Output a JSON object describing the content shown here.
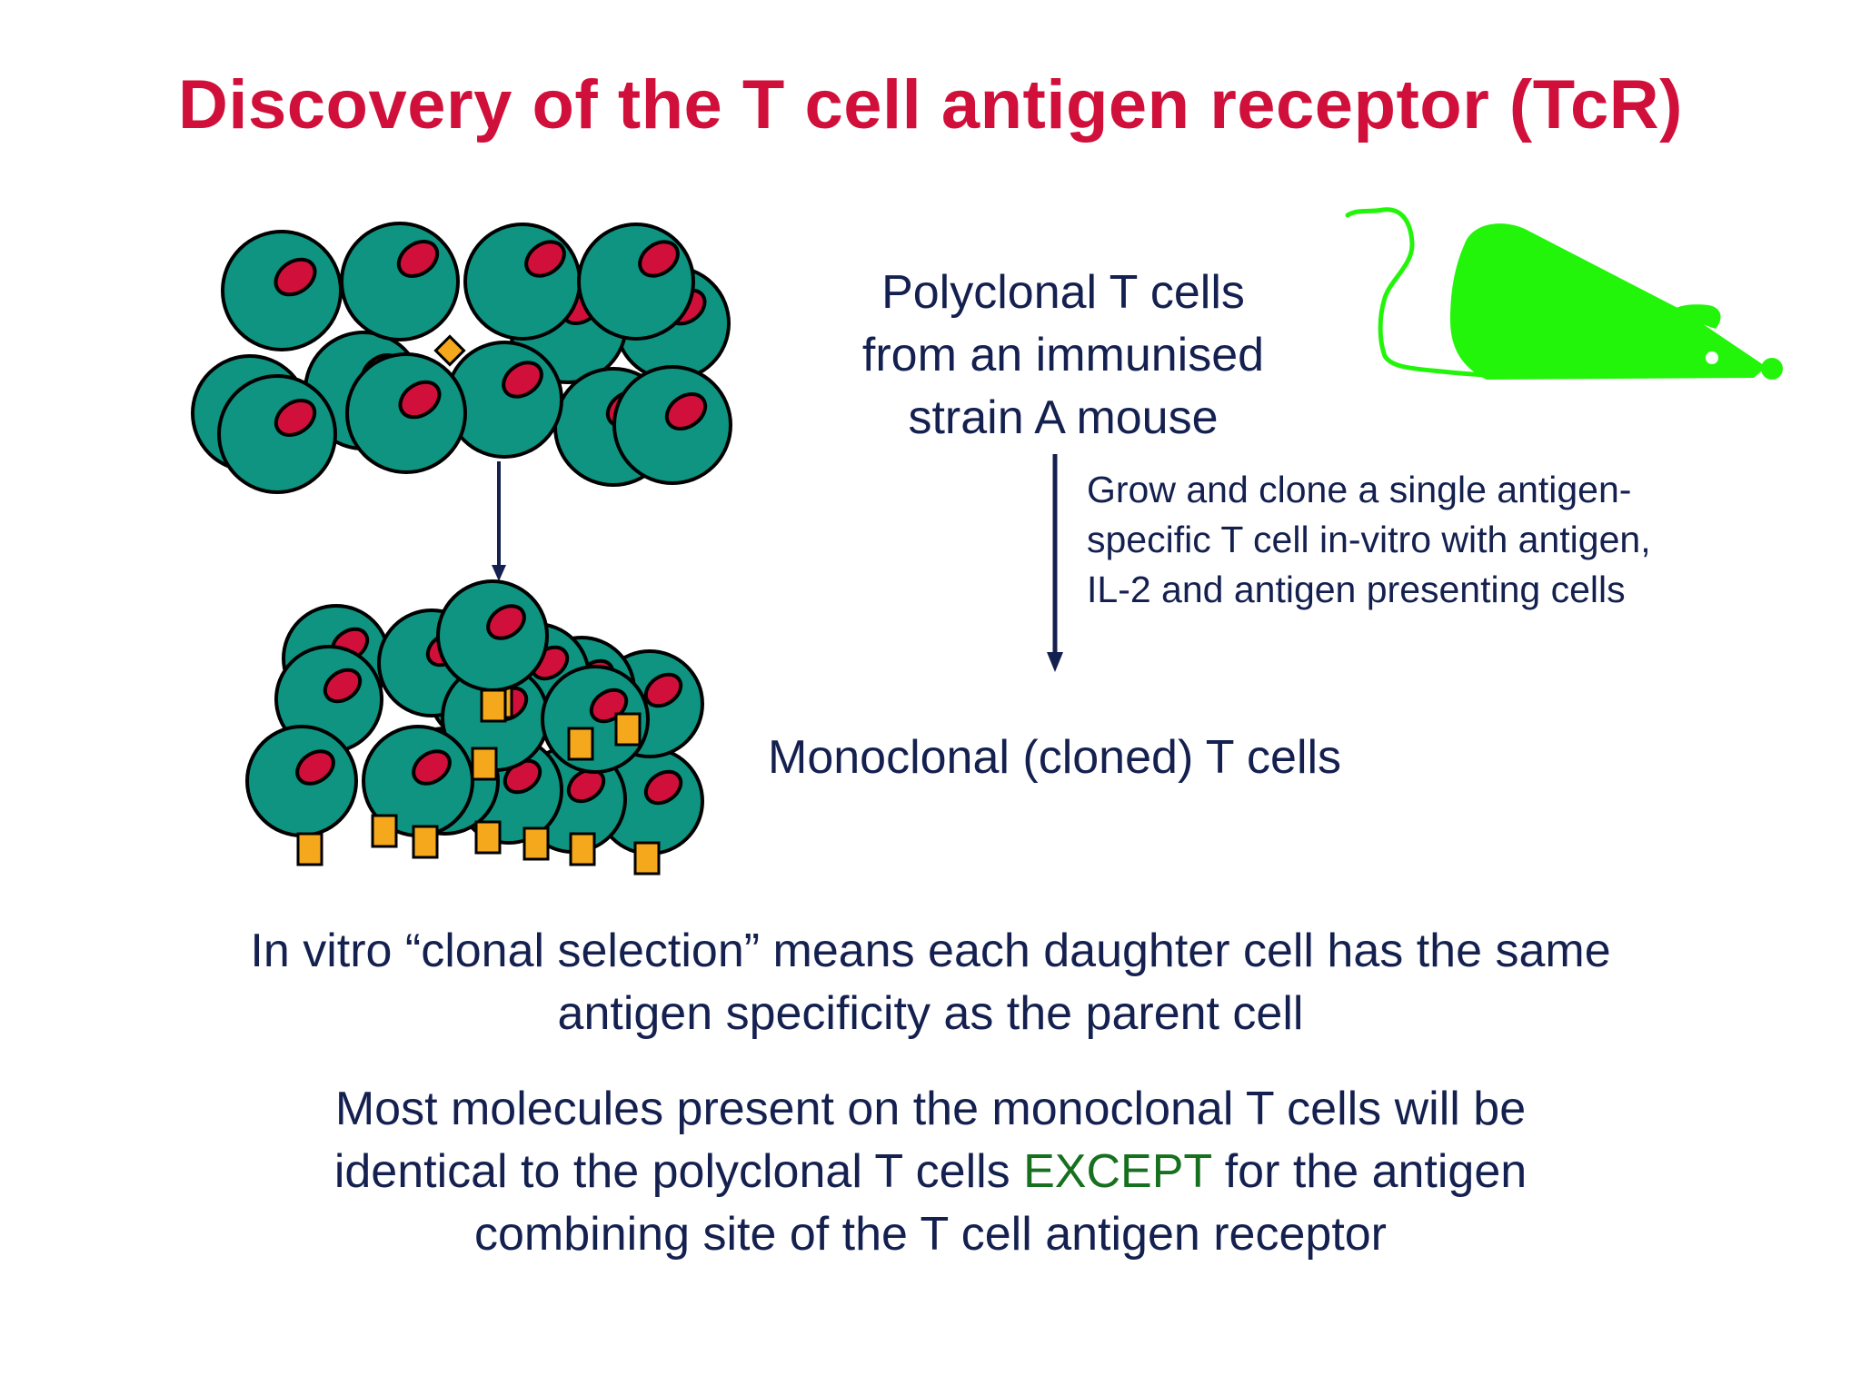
{
  "title": "Discovery of the T cell antigen receptor (TcR)",
  "polyclonal_label": [
    "Polyclonal T cells",
    "from an immunised",
    "strain A mouse"
  ],
  "grow_label": [
    "Grow and clone a single antigen-",
    "specific T cell in-vitro with antigen,",
    "IL-2 and antigen presenting cells"
  ],
  "monoclonal_label": "Monoclonal (cloned) T cells",
  "paragraph1": [
    "In vitro “clonal selection” means each daughter cell has the same",
    "antigen specificity as the parent cell"
  ],
  "paragraph2": {
    "line1": "Most molecules present on the monoclonal T cells will be",
    "line2_before": "identical to the polyclonal T cells ",
    "line2_accent": "EXCEPT",
    "line2_after": " for the antigen",
    "line3": "combining site of the T cell antigen receptor"
  },
  "icons": {
    "mouse": "mouse-silhouette-icon",
    "polyclonal_cells": "polyclonal-t-cell-cluster",
    "monoclonal_cells": "monoclonal-t-cell-cluster",
    "receptor": "t-cell-receptor-tab"
  },
  "colors": {
    "title": "#d0103a",
    "text": "#14204f",
    "cell_body": "#0f9482",
    "nucleus": "#d0103a",
    "receptor": "#f5a81c",
    "mouse": "#22f50a",
    "accent": "#16701e",
    "arrow": "#14204f"
  }
}
